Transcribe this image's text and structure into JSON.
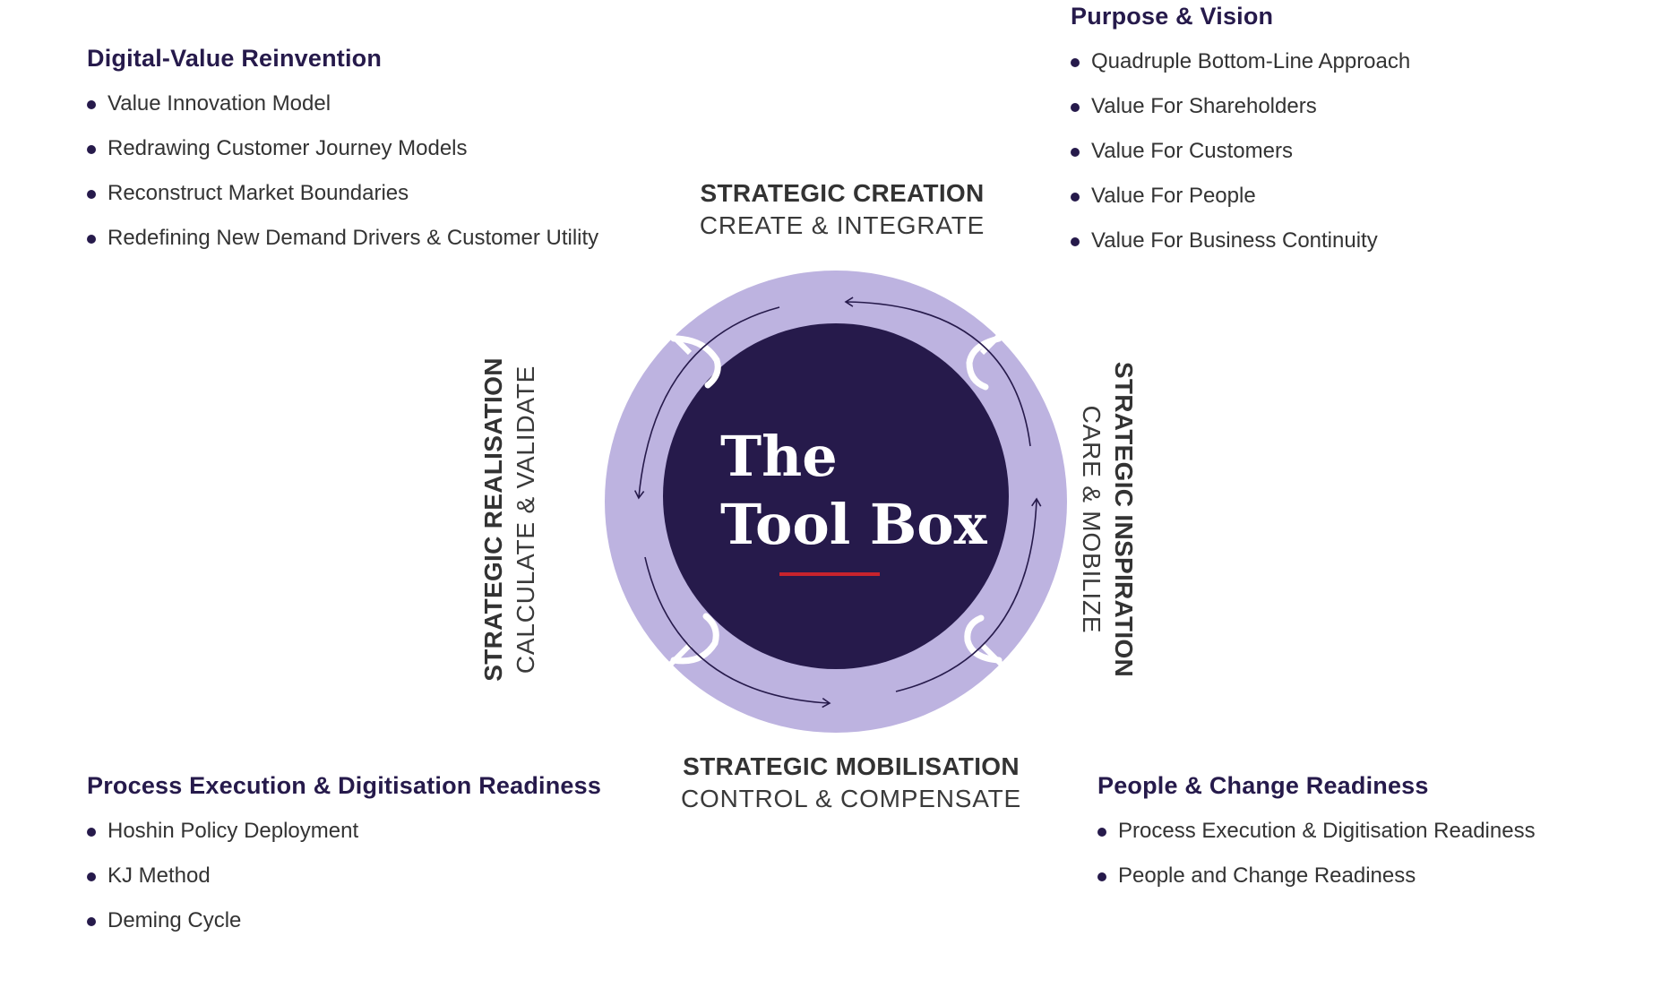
{
  "blocks": {
    "top_left": {
      "title": "Digital-Value Reinvention",
      "items": [
        "Value Innovation Model",
        "Redrawing Customer Journey Models",
        "Reconstruct Market Boundaries",
        "Redefining New Demand Drivers & Customer Utility"
      ]
    },
    "top_right": {
      "title": "Purpose & Vision",
      "items": [
        "Quadruple Bottom-Line Approach",
        "Value For Shareholders",
        "Value For Customers",
        "Value For People",
        "Value For Business Continuity"
      ]
    },
    "bottom_left": {
      "title": "Process Execution & Digitisation Readiness",
      "items": [
        "Hoshin Policy Deployment",
        "KJ Method",
        "Deming Cycle"
      ]
    },
    "bottom_right": {
      "title": "People & Change Readiness",
      "items": [
        "Process Execution & Digitisation Readiness",
        "People and Change Readiness"
      ]
    }
  },
  "stages": {
    "top": {
      "title": "STRATEGIC CREATION",
      "subtitle": "CREATE & INTEGRATE"
    },
    "right": {
      "title": "STRATEGIC INSPIRATION",
      "subtitle": "CARE & MOBILIZE"
    },
    "bottom": {
      "title": "STRATEGIC MOBILISATION",
      "subtitle": "CONTROL & COMPENSATE"
    },
    "left": {
      "title": "STRATEGIC REALISATION",
      "subtitle": "CALCULATE & VALIDATE"
    }
  },
  "center": {
    "line1": "The",
    "line2": "Tool Box"
  },
  "colors": {
    "ring": "#bdb3e0",
    "core": "#261a4b",
    "heading": "#261a4b",
    "accent_underline": "#c8232c",
    "bullet": "#261a4b"
  }
}
